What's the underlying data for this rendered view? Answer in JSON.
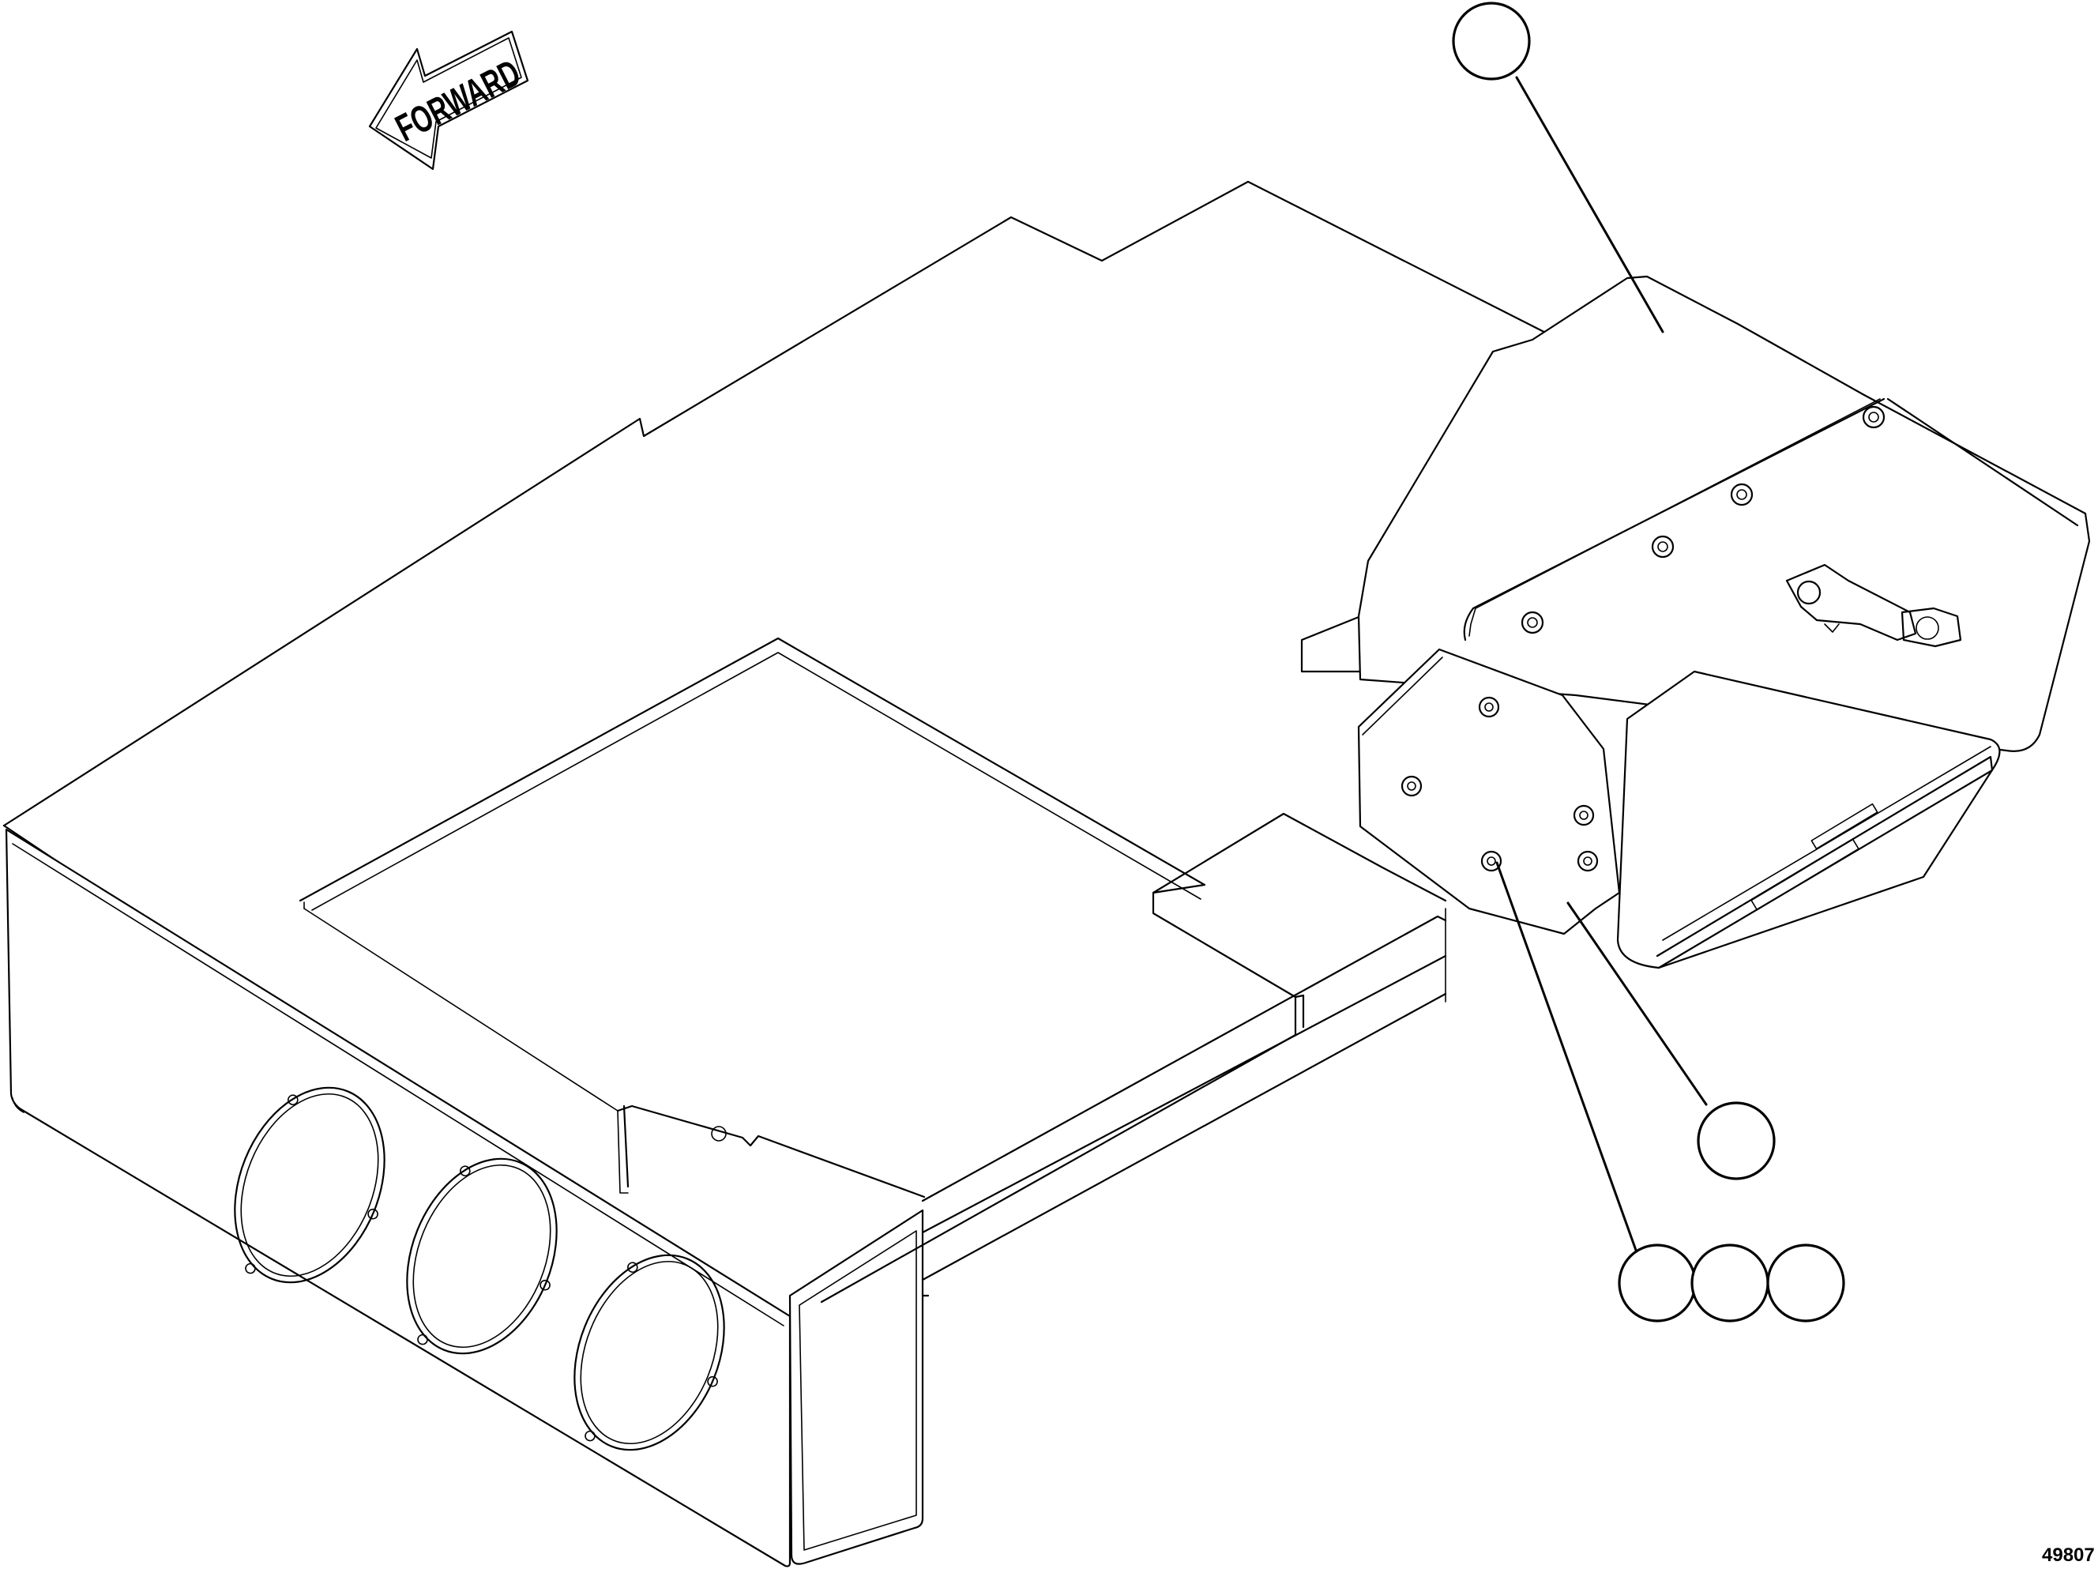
{
  "direction_arrow": {
    "label": "FORWARD"
  },
  "figure": {
    "id": "49807"
  },
  "callouts": [
    {
      "name": "callout-top",
      "label": ""
    },
    {
      "name": "callout-right",
      "label": ""
    },
    {
      "name": "callout-bottom-1",
      "label": ""
    },
    {
      "name": "callout-bottom-2",
      "label": ""
    },
    {
      "name": "callout-bottom-3",
      "label": ""
    }
  ]
}
